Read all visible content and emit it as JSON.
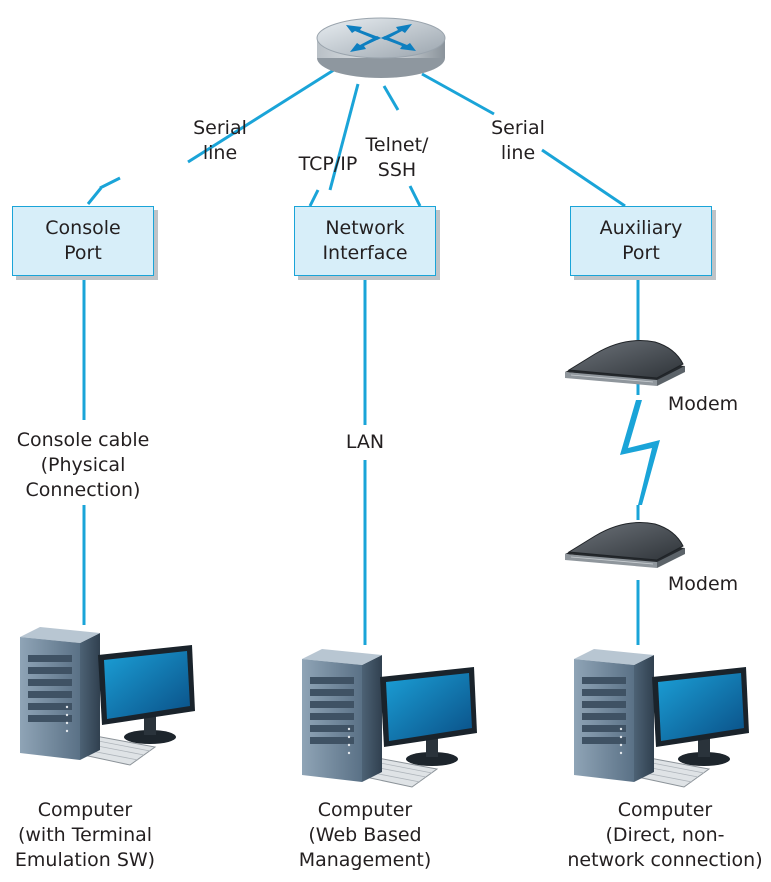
{
  "labels": {
    "serial_left_1": "Serial",
    "serial_left_2": "line",
    "tcp_ip": "TCP/IP",
    "telnet_1": "Telnet/",
    "telnet_2": "SSH",
    "serial_right_1": "Serial",
    "serial_right_2": "line",
    "console_cable_1": "Console cable",
    "console_cable_2": "(Physical",
    "console_cable_3": "Connection)",
    "lan": "LAN",
    "modem_top": "Modem",
    "modem_bottom": "Modem"
  },
  "boxes": {
    "console_port": [
      "Console",
      "Port"
    ],
    "network_interface": [
      "Network",
      "Interface"
    ],
    "auxiliary_port": [
      "Auxiliary",
      "Port"
    ]
  },
  "computers": {
    "left": [
      "Computer",
      "(with  Terminal",
      "Emulation SW)"
    ],
    "center": [
      "Computer",
      "(Web Based",
      "Management)"
    ],
    "right": [
      "Computer",
      "(Direct, non-",
      "network connection)"
    ]
  },
  "icons": {
    "router": "router-icon",
    "modem": "modem-icon",
    "computer": "computer-icon"
  },
  "colors": {
    "link": "#1aa4d8",
    "box_fill": "#d7eef9",
    "box_border": "#1aa4d8",
    "router_arrows": "#0e7fc0"
  }
}
